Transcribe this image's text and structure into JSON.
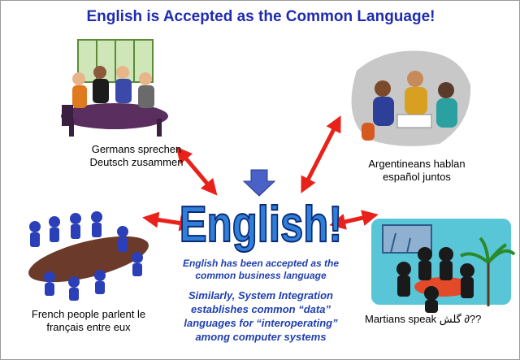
{
  "slide": {
    "title": "English is Accepted as the Common Language!",
    "wordart": "English!",
    "germans_caption_line1": "Germans sprechen",
    "germans_caption_line2": "Deutsch zusammen",
    "argentineans_caption_line1": "Argentineans hablan",
    "argentineans_caption_line2": "español juntos",
    "french_caption_line1": "French people parlent le",
    "french_caption_line2": "français entre eux",
    "martians_caption": "Martians speak گلش    ∂??",
    "center_line1": "English has been accepted as the",
    "center_line2": "common business language",
    "si_line1": "Similarly, System Integration",
    "si_line2": "establishes common “data”",
    "si_line3": "languages for “interoperating”",
    "si_line4": "among computer systems"
  },
  "colors": {
    "title": "#1f2cae",
    "arrow": "#e8221a",
    "down_arrow": "#4a62c8",
    "wordart_fill": "#2f7fd8",
    "wordart_outline": "#0a2a78",
    "center_text": "#1f3fae"
  }
}
